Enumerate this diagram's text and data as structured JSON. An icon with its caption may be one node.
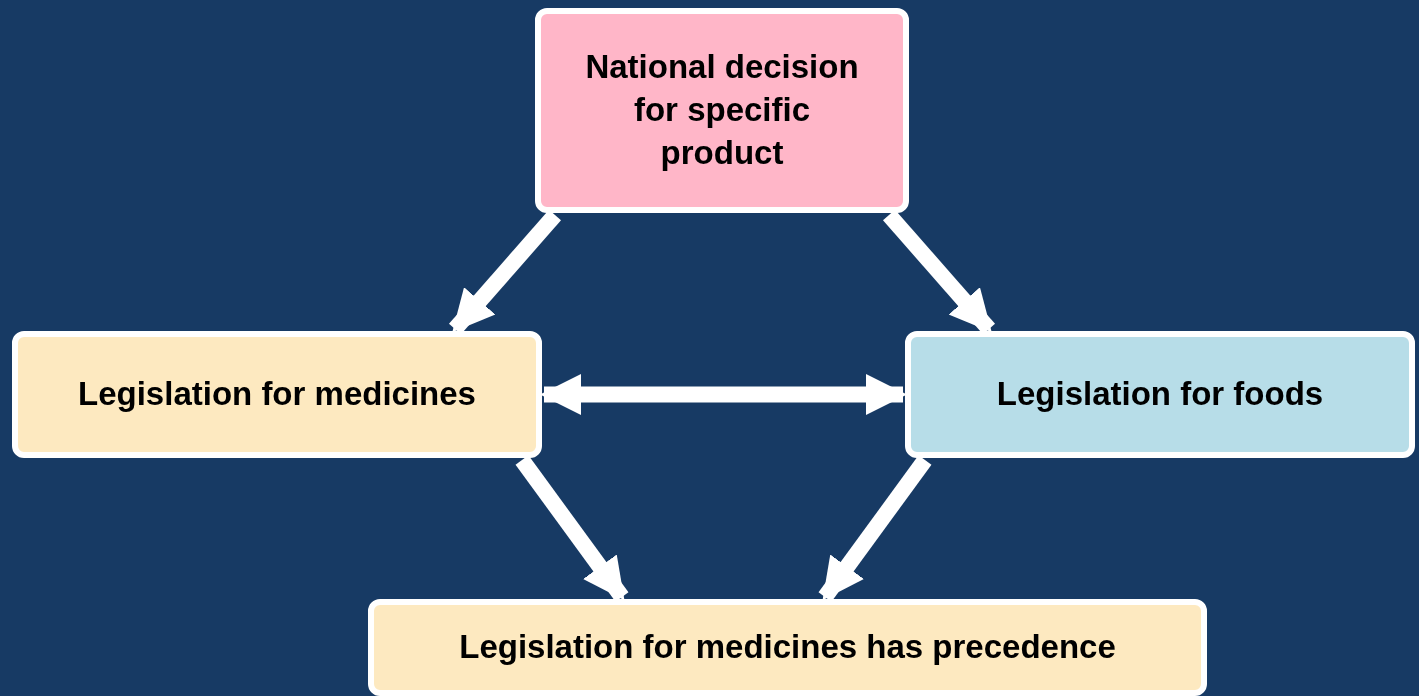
{
  "diagram": {
    "nodes": [
      {
        "text": [
          "National decision for specific product"
        ]
      },
      {
        "text": [
          "Legislation for medicines"
        ]
      },
      {
        "text": [
          "Legislation for foods"
        ]
      },
      {
        "text": [
          "Legislation for medicines has precedence"
        ]
      }
    ],
    "edges": [
      {
        "from": 0,
        "to": 1,
        "arrow": "to"
      },
      {
        "from": 0,
        "to": 2,
        "arrow": "to"
      },
      {
        "from": 1,
        "to": 2,
        "arrow": "both"
      },
      {
        "from": 1,
        "to": 3,
        "arrow": "to"
      },
      {
        "from": 2,
        "to": 3,
        "arrow": "to"
      }
    ]
  }
}
